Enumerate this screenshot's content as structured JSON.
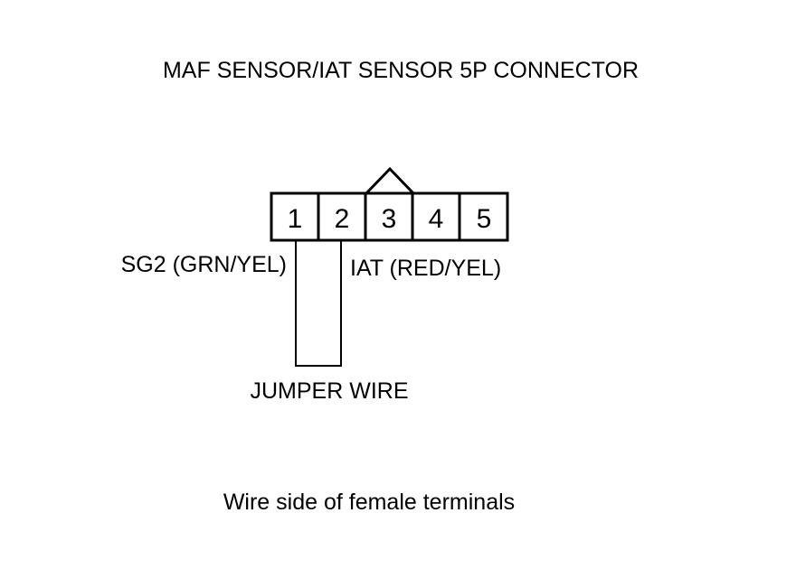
{
  "title": "MAF SENSOR/IAT SENSOR 5P CONNECTOR",
  "connector": {
    "terminals": [
      "1",
      "2",
      "3",
      "4",
      "5"
    ],
    "locking_tab_terminal": "3"
  },
  "labels": {
    "sg2": "SG2 (GRN/YEL)",
    "iat": "IAT (RED/YEL)",
    "jumper": "JUMPER WIRE"
  },
  "footer": "Wire side of female terminals"
}
